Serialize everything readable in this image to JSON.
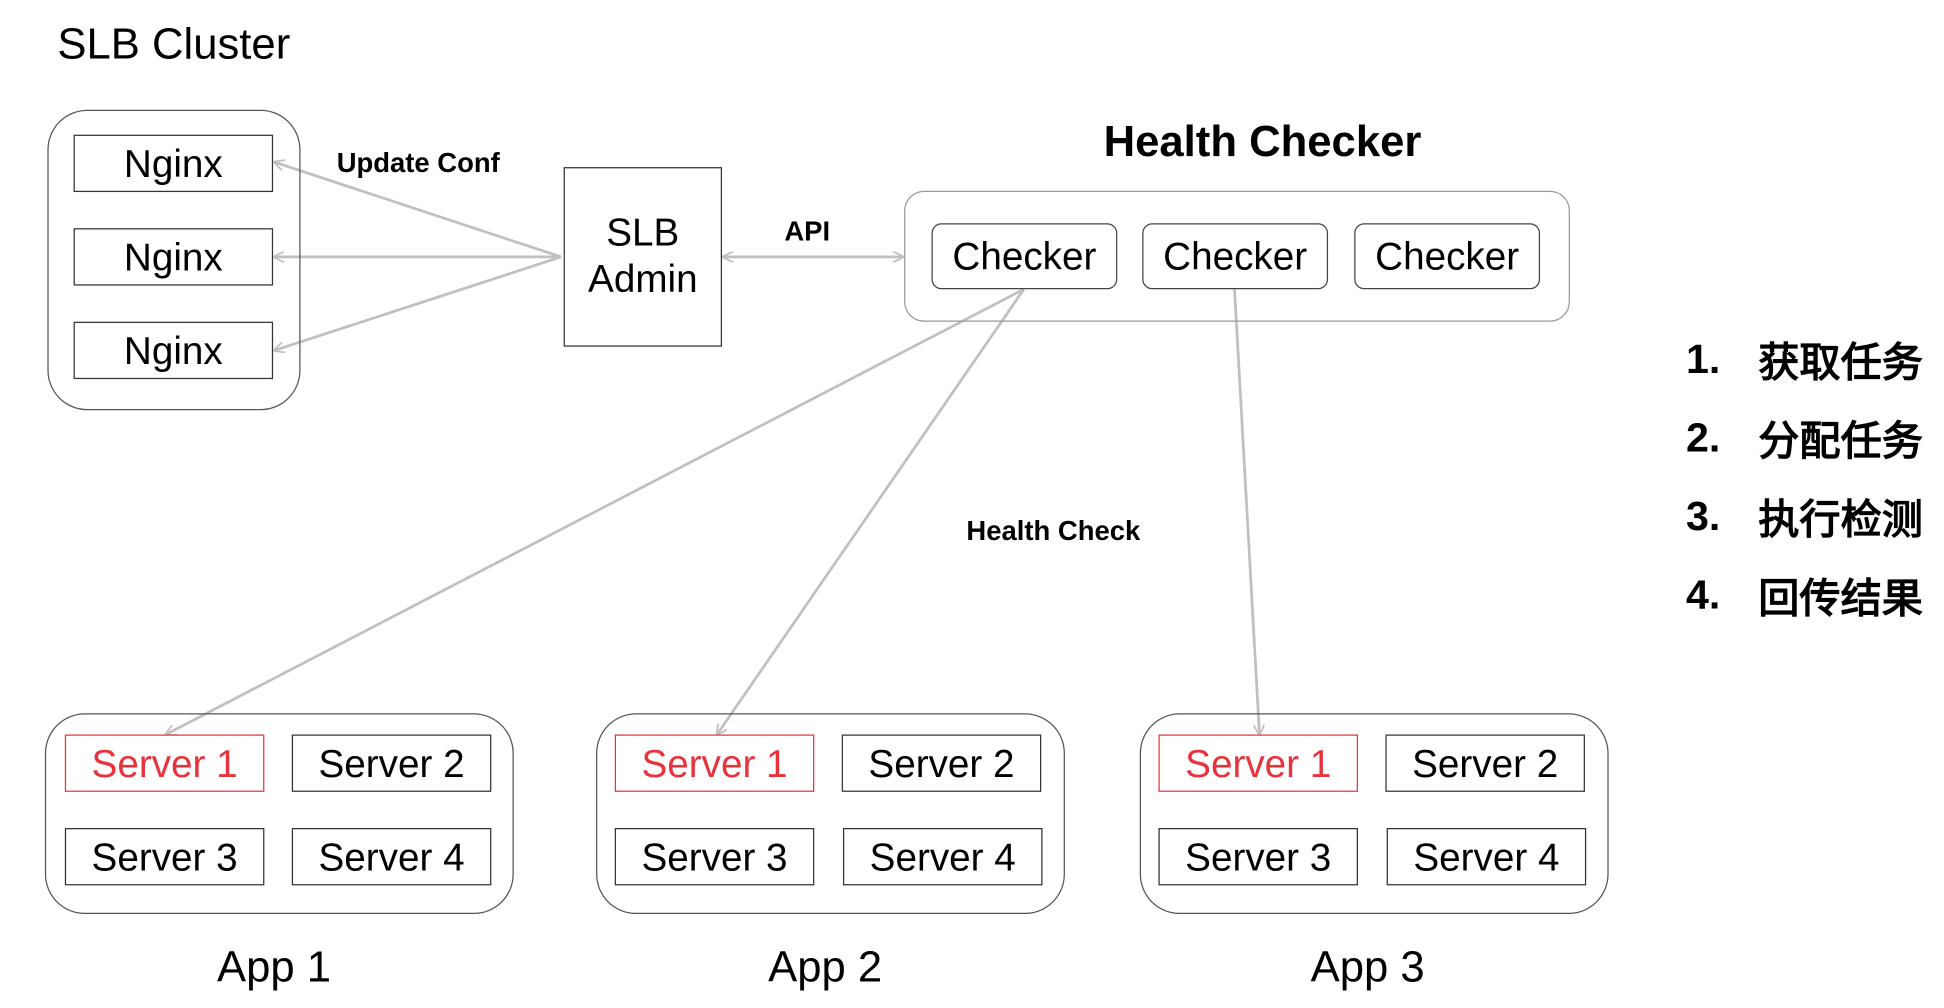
{
  "slb_cluster": {
    "title": "SLB Cluster",
    "nodes": [
      "Nginx",
      "Nginx",
      "Nginx"
    ]
  },
  "slb_admin": {
    "line1": "SLB",
    "line2": "Admin"
  },
  "health_checker": {
    "title": "Health Checker",
    "checkers": [
      "Checker",
      "Checker",
      "Checker"
    ]
  },
  "edges": {
    "update_conf": "Update Conf",
    "api": "API",
    "health_check": "Health Check"
  },
  "apps": [
    {
      "name": "App 1",
      "servers": [
        "Server 1",
        "Server 2",
        "Server 3",
        "Server 4"
      ]
    },
    {
      "name": "App 2",
      "servers": [
        "Server 1",
        "Server 2",
        "Server 3",
        "Server 4"
      ]
    },
    {
      "name": "App 3",
      "servers": [
        "Server 1",
        "Server 2",
        "Server 3",
        "Server 4"
      ]
    }
  ],
  "steps": [
    {
      "num": "1.",
      "text": "获取任务"
    },
    {
      "num": "2.",
      "text": "分配任务"
    },
    {
      "num": "3.",
      "text": "执行检测"
    },
    {
      "num": "4.",
      "text": "回传结果"
    }
  ],
  "colors": {
    "arrow": "#c0c0c0",
    "highlight_server": "#e8323c",
    "border": "#333333"
  }
}
